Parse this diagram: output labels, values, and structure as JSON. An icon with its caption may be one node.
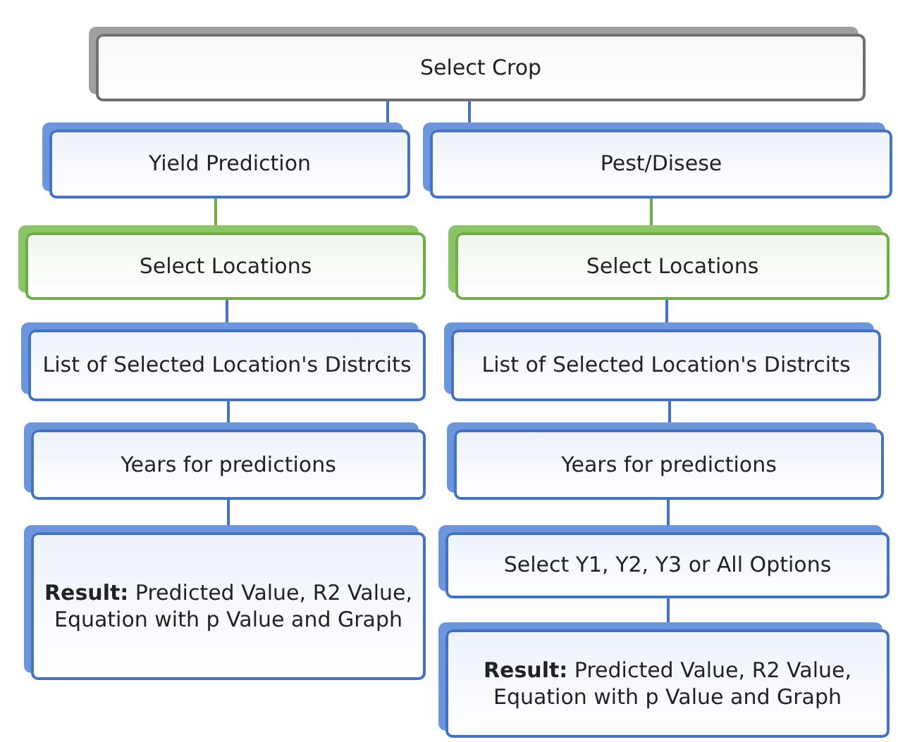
{
  "diagram": {
    "nodes": [
      {
        "text": [
          "Select Crop"
        ]
      },
      {
        "text": [
          "Yield Prediction"
        ]
      },
      {
        "text": [
          "Pest/Disese"
        ]
      },
      {
        "text": [
          "Select Locations"
        ]
      },
      {
        "text": [
          "Select Locations"
        ]
      },
      {
        "text": [
          "List of Selected Location's Distrcits"
        ]
      },
      {
        "text": [
          "List of Selected Location's Distrcits"
        ]
      },
      {
        "text": [
          "Years for predictions"
        ]
      },
      {
        "text": [
          "Years for predictions"
        ]
      },
      {
        "text": [
          "**Result:** Predicted Value, R2 Value, Equation with p Value and Graph"
        ]
      },
      {
        "text": [
          "Select Y1, Y2, Y3 or All Options"
        ]
      },
      {
        "text": [
          "**Result:** Predicted Value, R2 Value, Equation with p Value and Graph"
        ]
      }
    ],
    "edges": [
      {
        "from": 0,
        "to": 1,
        "arrow": "none"
      },
      {
        "from": 0,
        "to": 2,
        "arrow": "none"
      },
      {
        "from": 1,
        "to": 3,
        "arrow": "none",
        "color": "#70ad47"
      },
      {
        "from": 2,
        "to": 4,
        "arrow": "none",
        "color": "#70ad47"
      },
      {
        "from": 3,
        "to": 5,
        "arrow": "none"
      },
      {
        "from": 5,
        "to": 7,
        "arrow": "none"
      },
      {
        "from": 7,
        "to": 9,
        "arrow": "none"
      },
      {
        "from": 4,
        "to": 6,
        "arrow": "none"
      },
      {
        "from": 6,
        "to": 8,
        "arrow": "none"
      },
      {
        "from": 8,
        "to": 10,
        "arrow": "none"
      },
      {
        "from": 10,
        "to": 11,
        "arrow": "none"
      }
    ]
  }
}
